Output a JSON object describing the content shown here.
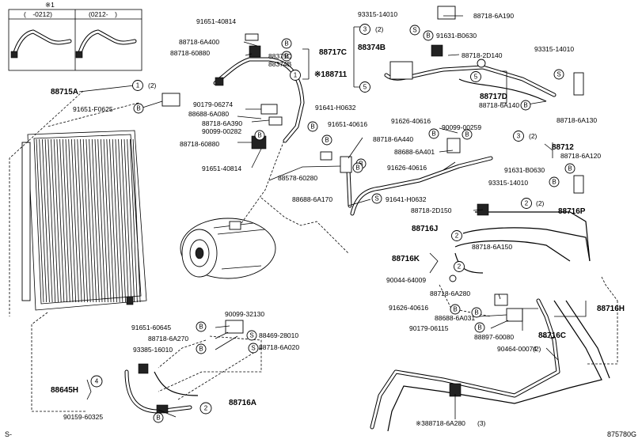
{
  "inset": {
    "ref_mark": "※1",
    "left_range": "(　-0212)",
    "right_range": "(0212-　)"
  },
  "part_labels": [
    {
      "id": "l01",
      "text": "91651-40814"
    },
    {
      "id": "l02",
      "text": "88718-6A400"
    },
    {
      "id": "l03",
      "text": "88375D"
    },
    {
      "id": "l04",
      "text": "88718-60880"
    },
    {
      "id": "l05",
      "text": "88374B"
    },
    {
      "id": "l06",
      "text": "※188711"
    },
    {
      "id": "l07",
      "text": "90179-06274"
    },
    {
      "id": "l08",
      "text": "88688-6A080"
    },
    {
      "id": "l09",
      "text": "88718-6A390"
    },
    {
      "id": "l10",
      "text": "90099-00282"
    },
    {
      "id": "l11",
      "text": "88718-60880"
    },
    {
      "id": "l12",
      "text": "91651-40814"
    },
    {
      "id": "l13",
      "text": "91641-H0632"
    },
    {
      "id": "l14",
      "text": "91651-40616"
    },
    {
      "id": "l15",
      "text": "91651-F0625"
    },
    {
      "id": "l16",
      "text": "93315-14010"
    },
    {
      "id": "l17",
      "text": "88718-6A190"
    },
    {
      "id": "l18",
      "text": "91631-B0630"
    },
    {
      "id": "l19",
      "text": "88718-2D140"
    },
    {
      "id": "l20",
      "text": "93315-14010"
    },
    {
      "id": "l21",
      "text": "88718-6A140"
    },
    {
      "id": "l22",
      "text": "88718-6A130"
    },
    {
      "id": "l23",
      "text": "91626-40616"
    },
    {
      "id": "l24",
      "text": "90099-00259"
    },
    {
      "id": "l25",
      "text": "88718-6A440"
    },
    {
      "id": "l26",
      "text": "88688-6A401"
    },
    {
      "id": "l27",
      "text": "91626-40616"
    },
    {
      "id": "l28",
      "text": "88578-60280"
    },
    {
      "id": "l29",
      "text": "88688-6A170"
    },
    {
      "id": "l30",
      "text": "91641-H0632"
    },
    {
      "id": "l31",
      "text": "88718-6A120"
    },
    {
      "id": "l32",
      "text": "91631-B0630"
    },
    {
      "id": "l33",
      "text": "93315-14010"
    },
    {
      "id": "l34",
      "text": "88718-2D150"
    },
    {
      "id": "l35",
      "text": "88718-6A150"
    },
    {
      "id": "l36",
      "text": "90044-64009"
    },
    {
      "id": "l37",
      "text": "88718-6A280"
    },
    {
      "id": "l38",
      "text": "91626-40616"
    },
    {
      "id": "l39",
      "text": "88688-6A031"
    },
    {
      "id": "l40",
      "text": "90179-06115"
    },
    {
      "id": "l41",
      "text": "88897-60080"
    },
    {
      "id": "l42",
      "text": "90464-00074"
    },
    {
      "id": "l43",
      "text": "90099-32130"
    },
    {
      "id": "l44",
      "text": "91651-60645"
    },
    {
      "id": "l45",
      "text": "88469-28010"
    },
    {
      "id": "l46",
      "text": "88718-6A270"
    },
    {
      "id": "l47",
      "text": "88718-6A020"
    },
    {
      "id": "l48",
      "text": "93385-16010"
    },
    {
      "id": "l49",
      "text": "90159-60325"
    },
    {
      "id": "l50",
      "text": "※388718-6A280"
    }
  ],
  "assembly_labels": [
    {
      "id": "a01",
      "text": "88715A"
    },
    {
      "id": "a02",
      "text": "88717C"
    },
    {
      "id": "a03",
      "text": "88374B"
    },
    {
      "id": "a04",
      "text": "88717D"
    },
    {
      "id": "a05",
      "text": "88712"
    },
    {
      "id": "a06",
      "text": "88716P"
    },
    {
      "id": "a07",
      "text": "88716J"
    },
    {
      "id": "a08",
      "text": "88716K"
    },
    {
      "id": "a09",
      "text": "88716H"
    },
    {
      "id": "a10",
      "text": "88716C"
    },
    {
      "id": "a11",
      "text": "88645H"
    },
    {
      "id": "a12",
      "text": "88716A"
    }
  ],
  "quantities": [
    {
      "id": "q01",
      "text": "(2)"
    },
    {
      "id": "q02",
      "text": "(2)"
    },
    {
      "id": "q03",
      "text": "(2)"
    },
    {
      "id": "q04",
      "text": "(2)"
    },
    {
      "id": "q05",
      "text": "(2)"
    },
    {
      "id": "q06",
      "text": "(3)"
    }
  ],
  "callouts": [
    {
      "id": "c01",
      "text": "1"
    },
    {
      "id": "c02",
      "text": "1"
    },
    {
      "id": "c03",
      "text": "3"
    },
    {
      "id": "c04",
      "text": "5"
    },
    {
      "id": "c05",
      "text": "5"
    },
    {
      "id": "c06",
      "text": "3"
    },
    {
      "id": "c07",
      "text": "2"
    },
    {
      "id": "c08",
      "text": "2"
    },
    {
      "id": "c09",
      "text": "2"
    },
    {
      "id": "c10",
      "text": "4"
    },
    {
      "id": "c11",
      "text": "2"
    }
  ],
  "markers": [
    {
      "id": "m01",
      "text": "B"
    },
    {
      "id": "m02",
      "text": "B"
    },
    {
      "id": "m03",
      "text": "B"
    },
    {
      "id": "m04",
      "text": "B"
    },
    {
      "id": "m05",
      "text": "B"
    },
    {
      "id": "m06",
      "text": "B"
    },
    {
      "id": "m07",
      "text": "S"
    },
    {
      "id": "m08",
      "text": "B"
    },
    {
      "id": "m09",
      "text": "S"
    },
    {
      "id": "m10",
      "text": "B"
    },
    {
      "id": "m11",
      "text": "B"
    },
    {
      "id": "m12",
      "text": "B"
    },
    {
      "id": "m13",
      "text": "B"
    },
    {
      "id": "m14",
      "text": "B"
    },
    {
      "id": "m15",
      "text": "S"
    },
    {
      "id": "m16",
      "text": "B"
    },
    {
      "id": "m17",
      "text": "B"
    },
    {
      "id": "m18",
      "text": "B"
    },
    {
      "id": "m19",
      "text": "B"
    },
    {
      "id": "m20",
      "text": "B"
    },
    {
      "id": "m21",
      "text": "B"
    },
    {
      "id": "m22",
      "text": "S"
    },
    {
      "id": "m23",
      "text": "B"
    },
    {
      "id": "m24",
      "text": "S"
    },
    {
      "id": "m25",
      "text": "B"
    }
  ],
  "corner": {
    "bottom_left": "S-",
    "bottom_right": "875780G"
  }
}
